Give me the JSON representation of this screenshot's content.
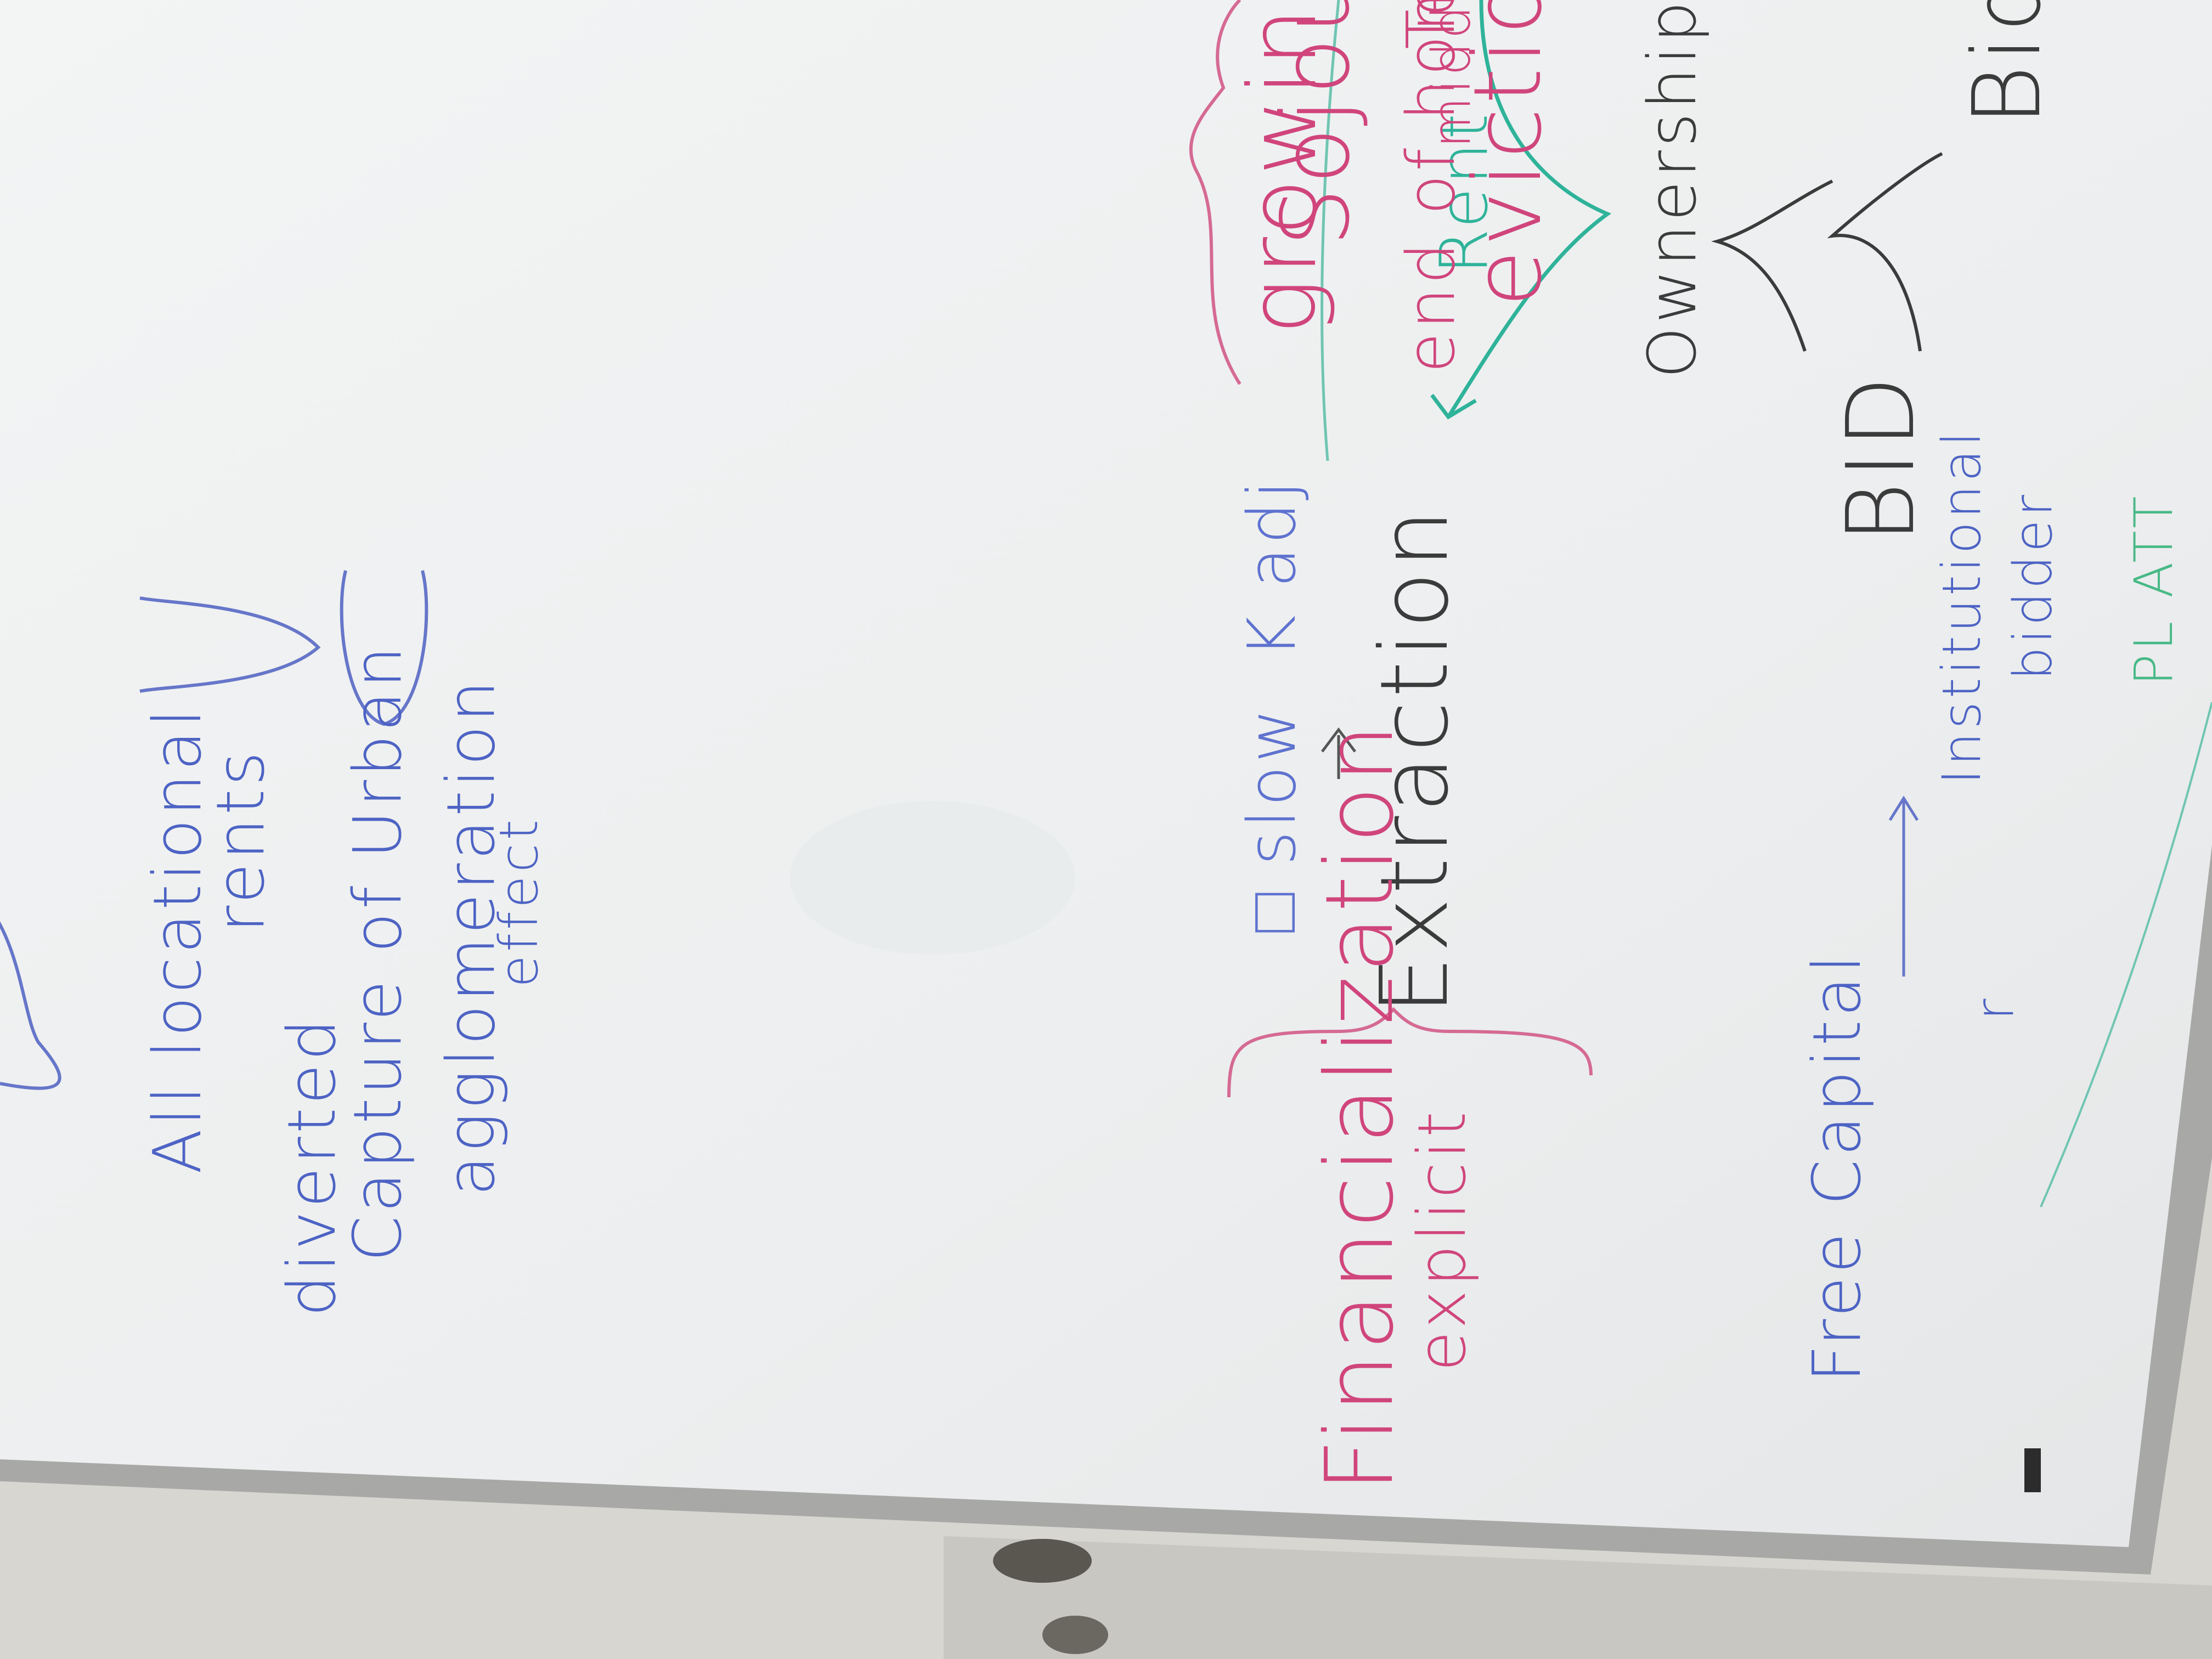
{
  "colors": {
    "wall": "#d9d7d2",
    "board": "#eef0f0",
    "frame": "#a9a9a7",
    "blue_marker": "#4d63c4",
    "pink_marker": "#d0457c",
    "teal_marker": "#2fb39a",
    "black_marker": "#3b3b3b",
    "green_marker": "#48b986"
  },
  "board": {
    "left_column": {
      "line1": "All locational",
      "line2": "rents",
      "line3": "diverted",
      "line4": "Capture of Urban",
      "line5": "agglomeration",
      "line6": "effect"
    },
    "middle": {
      "slow": "□ slow",
      "k_adj": "K adj",
      "extraction": "Extraction",
      "financialization": "Financialization",
      "explicit": "explicit"
    },
    "bottom": {
      "free_capital": "Free Capital",
      "r": "r",
      "institutional": "Institutional",
      "bidder": "bidder",
      "bid1": "BID",
      "bid2": "Bid",
      "ownership": "Ownership",
      "rent": "Rent"
    },
    "right_column": {
      "te": "Te",
      "sojourn": "Sojou",
      "eviction": "evictio",
      "growing": "growing",
      "end_of_home": "end of home",
      "middle": "midd"
    },
    "footer_scrawl": "PL ATT"
  }
}
